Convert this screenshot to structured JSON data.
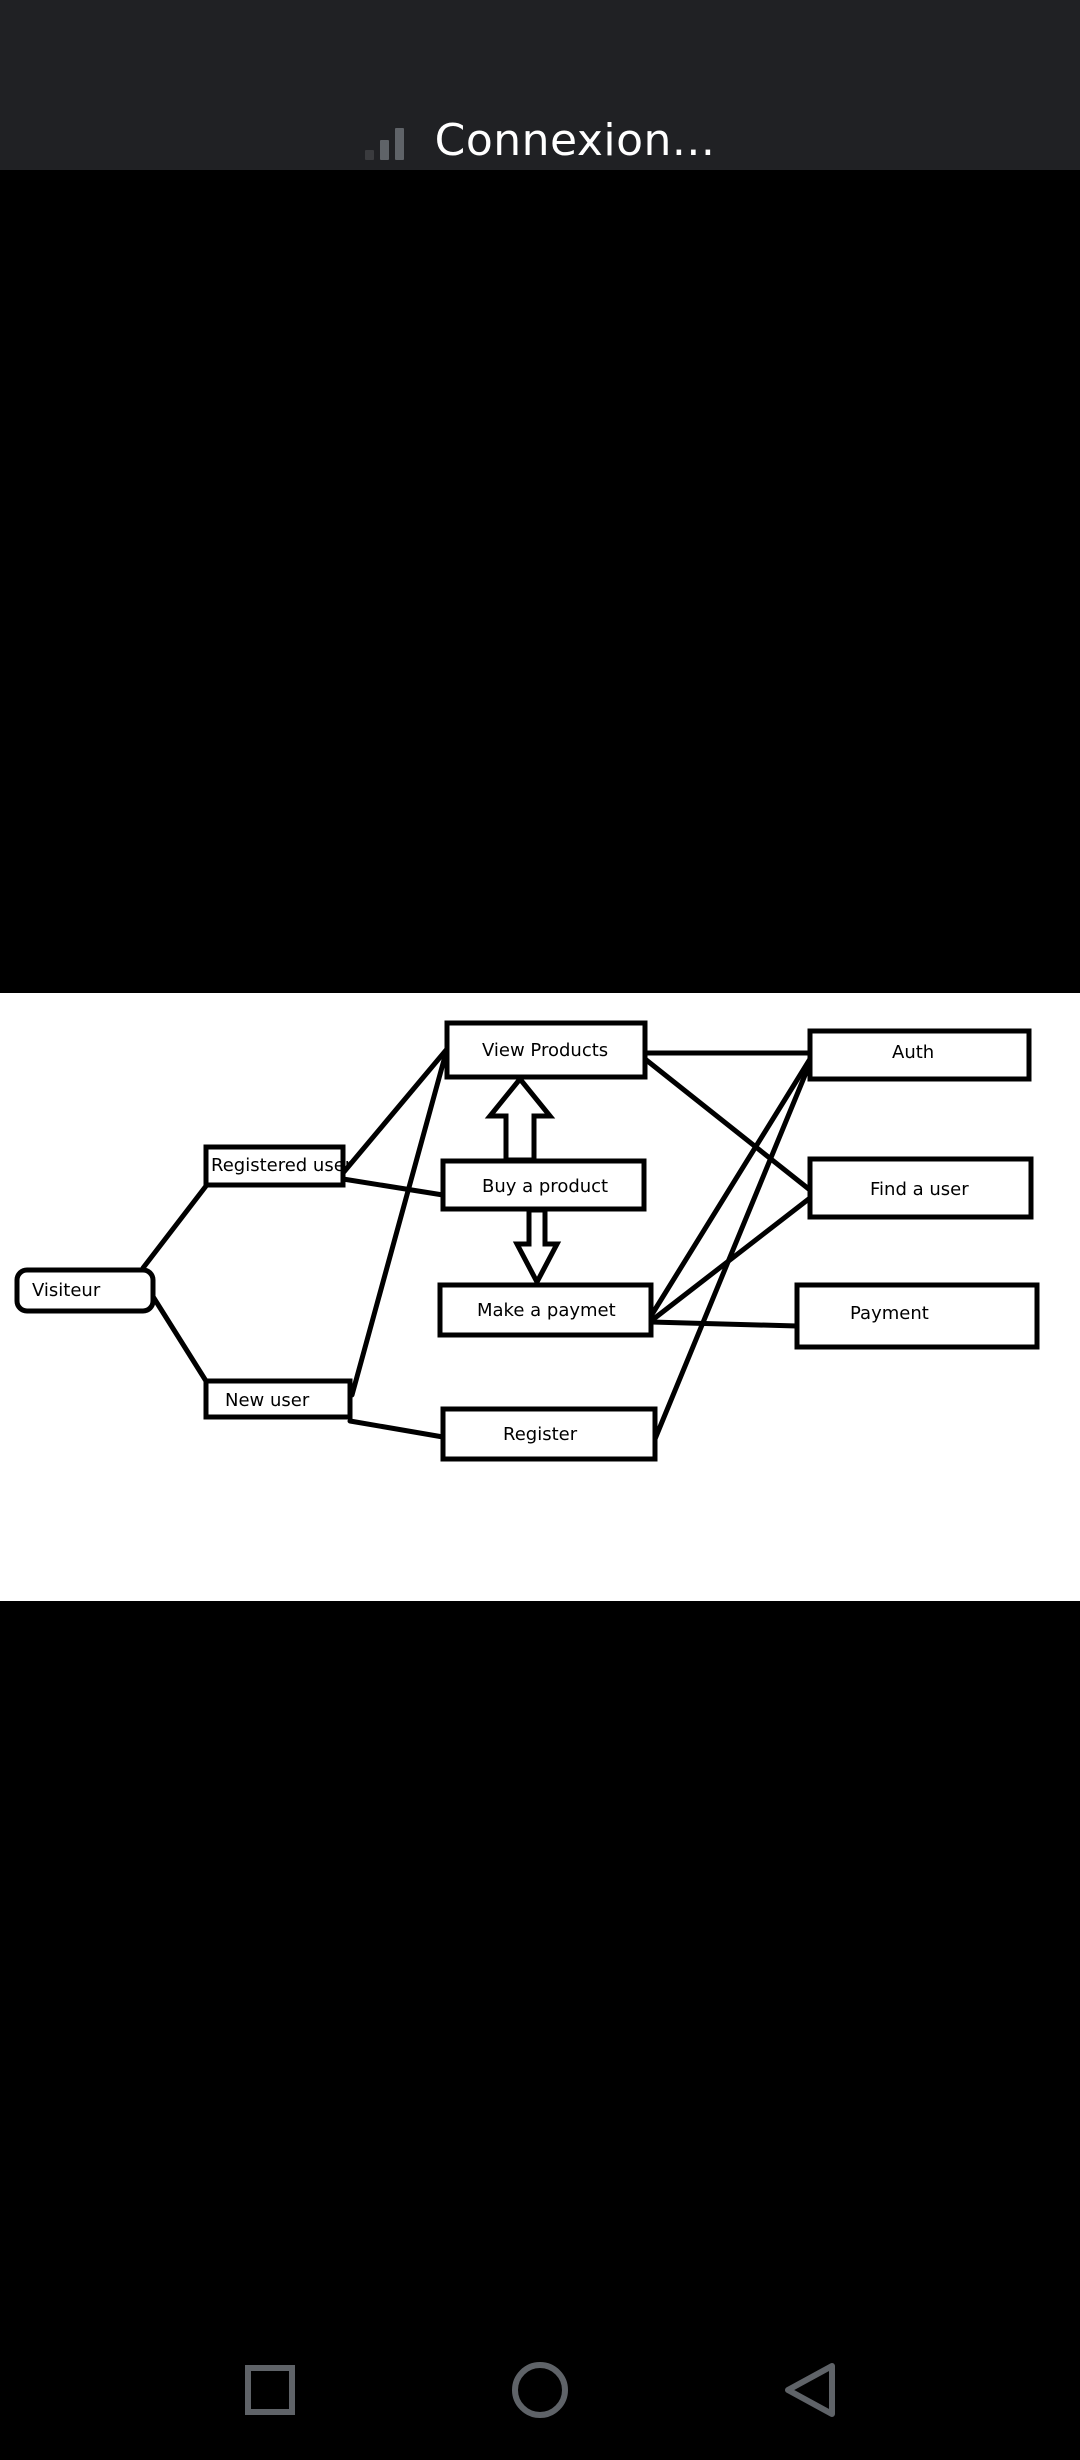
{
  "status_bar": {
    "text": "Connexion..."
  },
  "diagram": {
    "nodes": {
      "visiteur": "Visiteur",
      "registered_user": "Registered user",
      "new_user": "New user",
      "view_products": "View Products",
      "buy_product": "Buy a product",
      "make_payment": "Make a paymet",
      "register": "Register",
      "auth": "Auth",
      "find_user": "Find a user",
      "payment": "Payment"
    }
  },
  "nav": {
    "recents_icon": "square-icon",
    "home_icon": "circle-icon",
    "back_icon": "triangle-back-icon"
  },
  "colors": {
    "status_bar_bg": "#202124",
    "viewer_bg": "#000000",
    "diagram_bg": "#ffffff",
    "nav_icon": "#5f6368"
  }
}
